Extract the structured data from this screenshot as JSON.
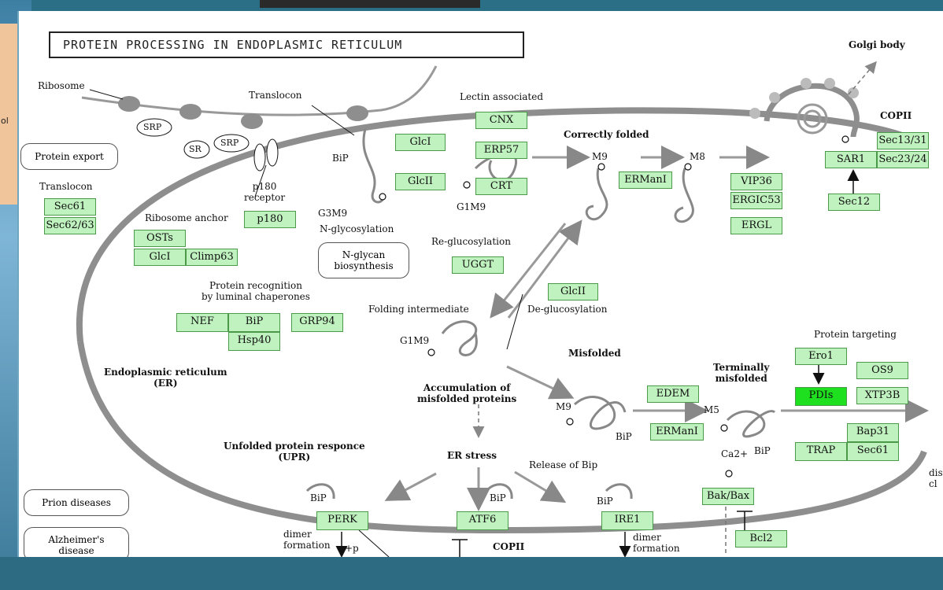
{
  "background": {
    "side_text": "ol"
  },
  "title": "PROTEIN PROCESSING IN ENDOPLASMIC RETICULUM",
  "labels": {
    "ribosome": "Ribosome",
    "translocon_top": "Translocon",
    "lectin_associated": "Lectin associated",
    "golgi_body": "Golgi body",
    "copii_top": "COPII",
    "srp": "SRP",
    "sr": "SR",
    "srp2": "SRP",
    "bip_top": "BiP",
    "correctly_folded": "Correctly folded",
    "m9": "M9",
    "m8": "M8",
    "g1m9_top": "G1M9",
    "g3m9": "G3M9",
    "n_glycosylation": "N-glycosylation",
    "p180_receptor": "p180\nreceptor",
    "translocon_left": "Translocon",
    "ribosome_anchor": "Ribosome anchor",
    "re_glucosylation": "Re-glucosylation",
    "protein_recognition": "Protein recognition\nby luminal chaperones",
    "folding_intermediate": "Folding intermediate",
    "de_glucosylation": "De-glucosylation",
    "g1m9_mid": "G1M9",
    "misfolded": "Misfolded",
    "protein_targeting": "Protein targeting",
    "terminally_misfolded": "Terminally\nmisfolded",
    "er": "Endoplasmic reticulum\n(ER)",
    "accumulation": "Accumulation of\nmisfolded proteins",
    "m9_low": "M9",
    "m5": "M5",
    "bip_mis": "BiP",
    "bip_term": "BiP",
    "ca2": "Ca2+",
    "upr": "Unfolded protein responce\n(UPR)",
    "er_stress": "ER stress",
    "release_bip": "Release of Bip",
    "bip_perk": "BiP",
    "bip_atf6": "BiP",
    "bip_ire1": "BiP",
    "dimer_formation_1": "dimer\nformation",
    "plus_p": "+p",
    "copii_bottom": "COPII",
    "dimer_formation_2": "dimer\nformation",
    "right_edge": "dis\ncl"
  },
  "pills": {
    "protein_export": "Protein export",
    "n_glycan": "N-glycan\nbiosynthesis",
    "prion": "Prion diseases",
    "alzheimer": "Alzheimer's\ndisease"
  },
  "nodes": {
    "sec61": "Sec61",
    "sec62_63": "Sec62/63",
    "p180": "p180",
    "osts": "OSTs",
    "glci_left": "GlcI",
    "climp63": "Climp63",
    "glci": "GlcI",
    "glcii": "GlcII",
    "cnx": "CNX",
    "erp57": "ERP57",
    "crt": "CRT",
    "ermani_top": "ERManI",
    "vip36": "VIP36",
    "ergic53": "ERGIC53",
    "ergl": "ERGL",
    "sec13_31": "Sec13/31",
    "sar1": "SAR1",
    "sec23_24": "Sec23/24",
    "sec12": "Sec12",
    "uggt": "UGGT",
    "glcii_mid": "GlcII",
    "nef": "NEF",
    "bip_node": "BiP",
    "hsp40": "Hsp40",
    "grp94": "GRP94",
    "ero1": "Ero1",
    "pdis": "PDIs",
    "os9": "OS9",
    "xtp3b": "XTP3B",
    "edem": "EDEM",
    "ermani_low": "ERManI",
    "bap31": "Bap31",
    "trap": "TRAP",
    "sec61_low": "Sec61",
    "bak_bax": "Bak/Bax",
    "bcl2": "Bcl2",
    "perk": "PERK",
    "atf6": "ATF6",
    "ire1": "IRE1"
  },
  "colors": {
    "node_fill": "#bff2be",
    "node_highlight": "#1ee01e",
    "frame": "#2a6f86"
  }
}
